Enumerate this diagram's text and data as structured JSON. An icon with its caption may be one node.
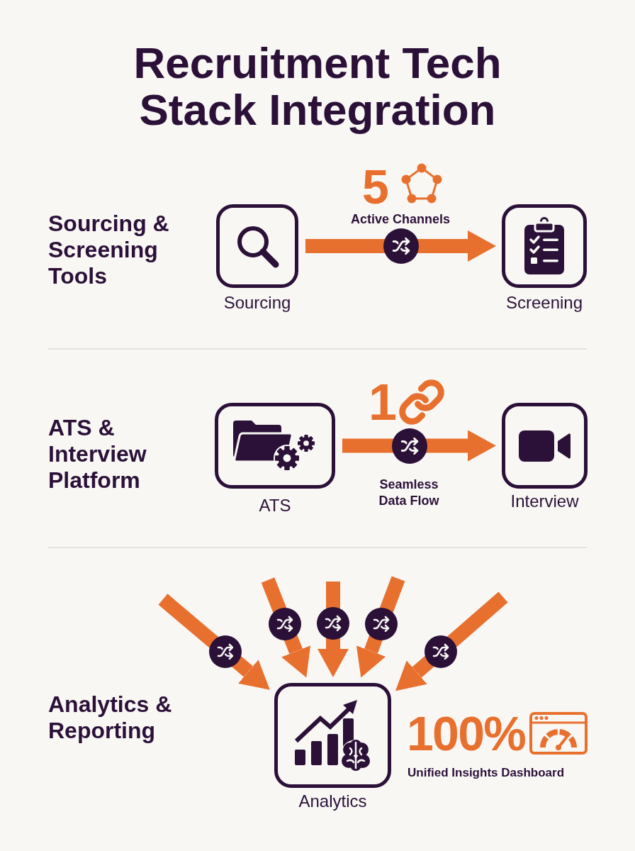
{
  "diagram": {
    "title": "Recruitment Tech Stack Integration",
    "nodes": [
      {
        "text": [
          "Sourcing"
        ]
      },
      {
        "text": [
          "Screening"
        ]
      },
      {
        "text": [
          "ATS"
        ]
      },
      {
        "text": [
          "Interview"
        ]
      },
      {
        "text": [
          "Analytics"
        ]
      }
    ],
    "edges": [
      {
        "from": 0,
        "to": 1,
        "arrow": "to",
        "label": "Active Channels"
      },
      {
        "from": 2,
        "to": 3,
        "arrow": "to",
        "label": "Seamless Data Flow"
      },
      {
        "from": null,
        "to": 4,
        "arrow": "to"
      },
      {
        "from": null,
        "to": 4,
        "arrow": "to"
      },
      {
        "from": null,
        "to": 4,
        "arrow": "to"
      },
      {
        "from": null,
        "to": 4,
        "arrow": "to"
      },
      {
        "from": null,
        "to": 4,
        "arrow": "to"
      }
    ],
    "labels": [
      "Sourcing & Screening Tools",
      "5",
      "ATS & Interview Platform",
      "1",
      "Analytics & Reporting",
      "100%",
      "Unified Insights Dashboard"
    ]
  }
}
